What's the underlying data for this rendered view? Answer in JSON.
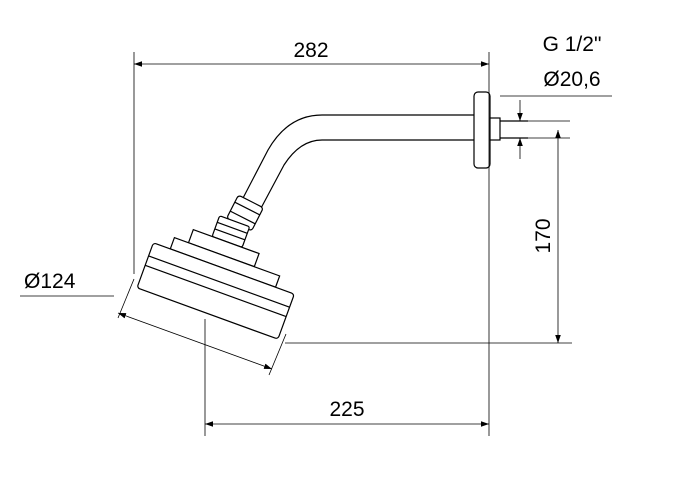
{
  "dimensions": {
    "overall_length": "282",
    "thread": "G 1/2\"",
    "pipe_diameter": "Ø20,6",
    "drop_height": "170",
    "head_diameter": "Ø124",
    "head_offset": "225"
  },
  "colors": {
    "line": "#000000",
    "background": "#ffffff"
  }
}
